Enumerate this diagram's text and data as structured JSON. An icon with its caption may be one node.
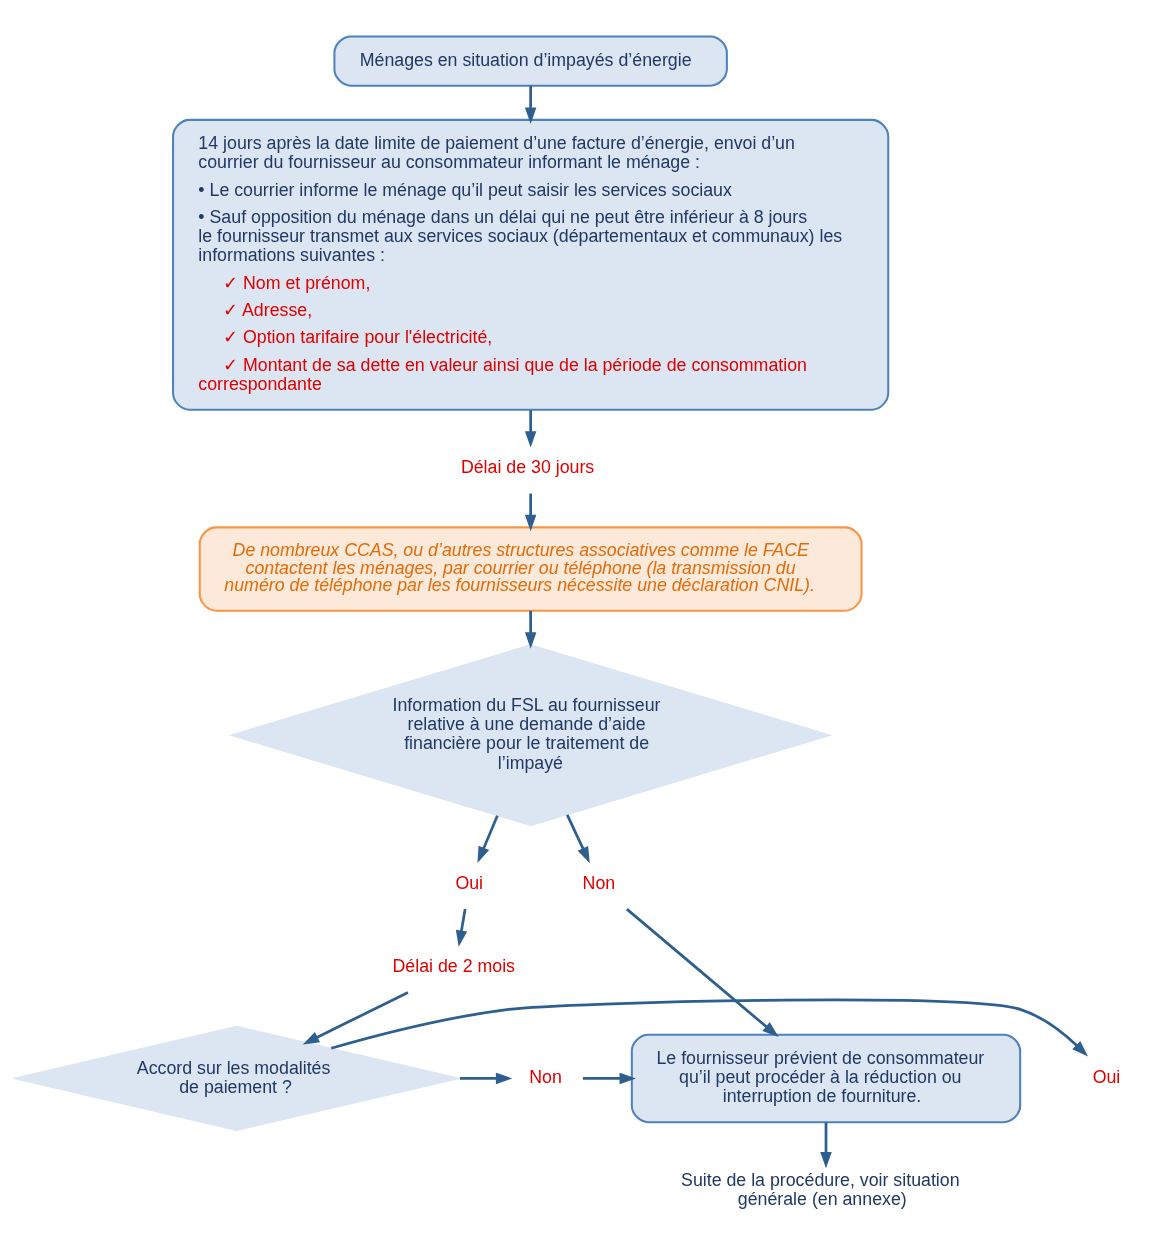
{
  "diagram": {
    "nodes": [
      {
        "text": [
          "Ménages en situation d’impayés d’énergie"
        ]
      },
      {
        "text": [
          "14 jours après la date limite de paiement d’une facture d’énergie, envoi d’un courrier du fournisseur au consommateur informant le ménage :",
          "• Le courrier informe le ménage qu’il peut saisir les services sociaux",
          "• Sauf opposition du ménage dans un délai qui ne peut être inférieur à 8 jours le fournisseur transmet aux services sociaux (départementaux et communaux) les informations suivantes :",
          "✓ Nom et prénom,",
          "✓ Adresse,",
          "✓ Option tarifaire pour l'électricité,",
          "✓ Montant de sa dette en valeur ainsi que de la période de consommation correspondante"
        ]
      },
      {
        "text": [
          "Délai de 30 jours"
        ]
      },
      {
        "text": [
          "De nombreux CCAS, ou d’autres structures associatives comme le FACE contactent les ménages, par courrier ou téléphone (la transmission du numéro de téléphone par les fournisseurs nécessite une déclaration CNIL)."
        ]
      },
      {
        "text": [
          "Information du FSL au fournisseur relative à une demande d’aide financière pour le traitement de l’impayé"
        ]
      },
      {
        "text": [
          "Oui"
        ]
      },
      {
        "text": [
          "Délai de 2 mois"
        ]
      },
      {
        "text": [
          "Accord sur les modalités de paiement ?"
        ]
      },
      {
        "text": [
          "Oui"
        ]
      },
      {
        "text": [
          "Non"
        ]
      },
      {
        "text": [
          "Non"
        ]
      },
      {
        "text": [
          "Le fournisseur prévient de consommateur qu’il peut procéder à la réduction ou interruption de fourniture."
        ]
      },
      {
        "text": [
          "Suite de la procédure, voir situation générale (en annexe)"
        ]
      }
    ],
    "edges": [
      {
        "from": 0,
        "to": 1,
        "arrow": "to"
      },
      {
        "from": 1,
        "to": 2,
        "arrow": "to"
      },
      {
        "from": 2,
        "to": 3,
        "arrow": "to"
      },
      {
        "from": 3,
        "to": 4,
        "arrow": "to"
      },
      {
        "from": 4,
        "to": 5,
        "arrow": "to"
      },
      {
        "from": 5,
        "to": 6,
        "arrow": "to"
      },
      {
        "from": 6,
        "to": 7,
        "arrow": "to"
      },
      {
        "from": 7,
        "to": 8,
        "arrow": "to"
      },
      {
        "from": 7,
        "to": 9,
        "arrow": "to"
      },
      {
        "from": 9,
        "to": 11,
        "arrow": "to"
      },
      {
        "from": 4,
        "to": 10,
        "arrow": "to"
      },
      {
        "from": 10,
        "to": 11,
        "arrow": "to"
      },
      {
        "from": 11,
        "to": 12,
        "arrow": "to"
      }
    ]
  }
}
